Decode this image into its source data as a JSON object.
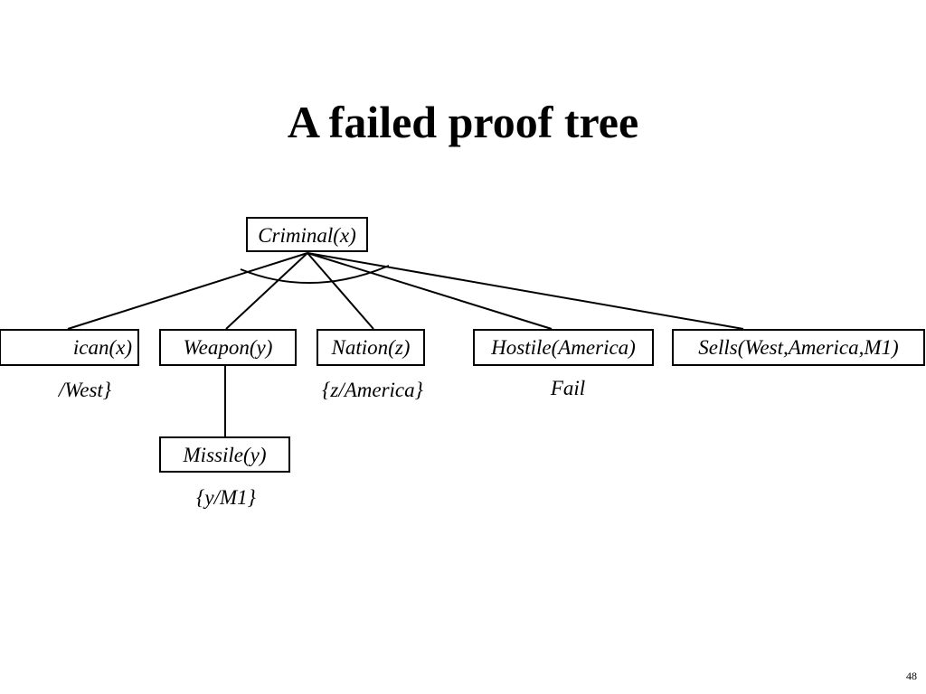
{
  "slide": {
    "title": "A failed proof tree",
    "page_number": "48"
  },
  "tree": {
    "root": {
      "label": "Criminal(x)"
    },
    "children": [
      {
        "label": "ican(x)",
        "substitution": "/West}"
      },
      {
        "label": "Weapon(y)",
        "substitution": ""
      },
      {
        "label": "Nation(z)",
        "substitution": "{z/America}"
      },
      {
        "label": "Hostile(America)",
        "substitution": "Fail"
      },
      {
        "label": "Sells(West,America,M1)",
        "substitution": ""
      }
    ],
    "grandchild": {
      "label": "Missile(y)",
      "substitution": "{y/M1}"
    }
  }
}
